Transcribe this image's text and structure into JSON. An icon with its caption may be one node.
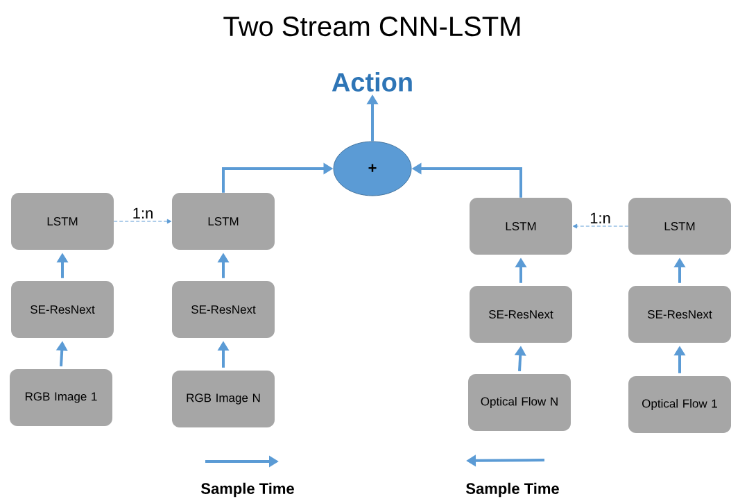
{
  "diagram": {
    "title": "Two Stream CNN-LSTM",
    "nodes": [
      {
        "text": [
          "Action"
        ]
      },
      {
        "text": [
          "+"
        ]
      },
      {
        "text": [
          "LSTM"
        ]
      },
      {
        "text": [
          "LSTM"
        ]
      },
      {
        "text": [
          "SE-ResNext"
        ]
      },
      {
        "text": [
          "SE-ResNext"
        ]
      },
      {
        "text": [
          "RGB Image 1"
        ]
      },
      {
        "text": [
          "RGB Image N"
        ]
      },
      {
        "text": [
          "LSTM"
        ]
      },
      {
        "text": [
          "LSTM"
        ]
      },
      {
        "text": [
          "SE-ResNext"
        ]
      },
      {
        "text": [
          "SE-ResNext"
        ]
      },
      {
        "text": [
          "Optical Flow N"
        ]
      },
      {
        "text": [
          "Optical Flow 1"
        ]
      }
    ],
    "edges": [
      {
        "from": 1,
        "to": 0,
        "arrow": "to"
      },
      {
        "from": 3,
        "to": 1,
        "arrow": "to"
      },
      {
        "from": 8,
        "to": 1,
        "arrow": "to"
      },
      {
        "from": 2,
        "to": 3,
        "arrow": "to",
        "label": "1:n",
        "style": "dashed"
      },
      {
        "from": 9,
        "to": 8,
        "arrow": "to",
        "label": "1:n",
        "style": "dashed"
      },
      {
        "from": 4,
        "to": 2,
        "arrow": "to"
      },
      {
        "from": 5,
        "to": 3,
        "arrow": "to"
      },
      {
        "from": 6,
        "to": 4,
        "arrow": "to"
      },
      {
        "from": 7,
        "to": 5,
        "arrow": "to"
      },
      {
        "from": 10,
        "to": 8,
        "arrow": "to"
      },
      {
        "from": 11,
        "to": 9,
        "arrow": "to"
      },
      {
        "from": 12,
        "to": 10,
        "arrow": "to"
      },
      {
        "from": 13,
        "to": 11,
        "arrow": "to"
      }
    ],
    "labels": [
      "Sample Time",
      "Sample Time"
    ]
  }
}
